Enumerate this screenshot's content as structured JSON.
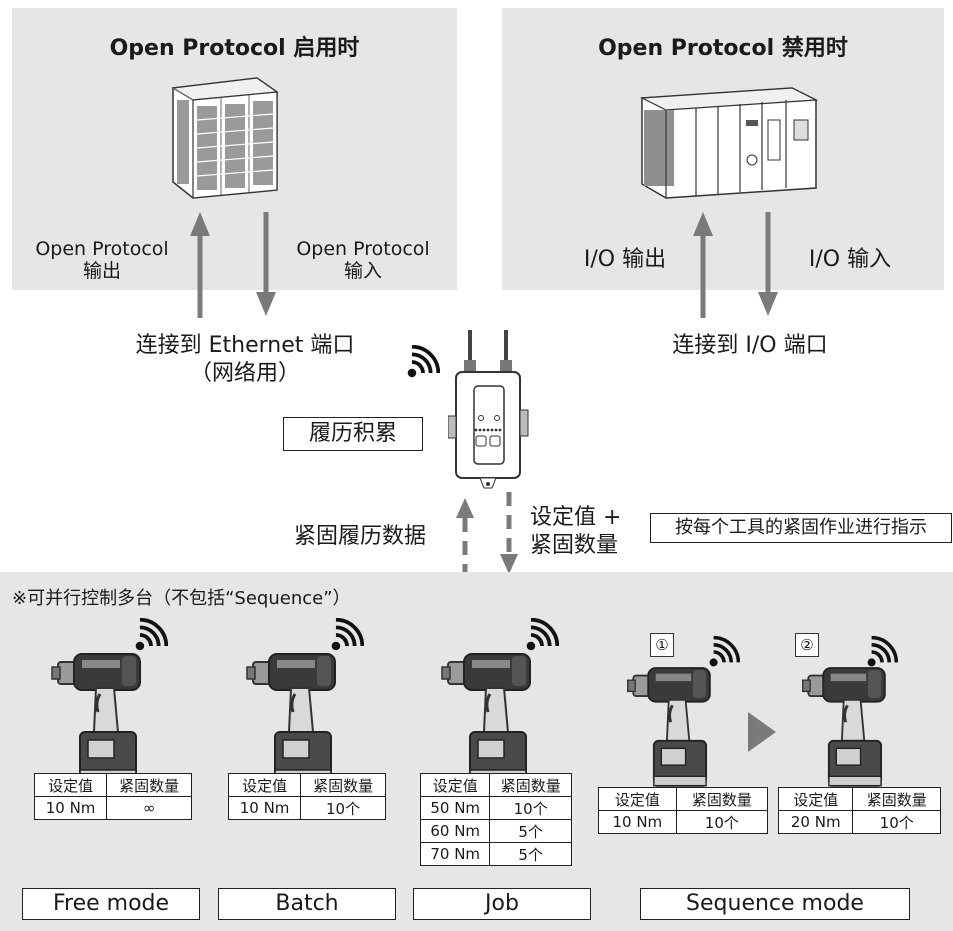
{
  "top_left": {
    "title": "Open Protocol 启用时",
    "out_label_1": "Open Protocol",
    "out_label_2": "输出",
    "in_label_1": "Open Protocol",
    "in_label_2": "输入",
    "connect_1": "连接到 Ethernet 端口",
    "connect_2": "（网络用）"
  },
  "top_right": {
    "title": "Open Protocol 禁用时",
    "out_label": "I/O 输出",
    "in_label": "I/O 输入",
    "connect": "连接到 I/O 端口"
  },
  "center": {
    "history_box": "履历积累",
    "history_data": "紧固履历数据",
    "setting_1": "设定值 +",
    "setting_2": "紧固数量",
    "instruction_box": "按每个工具的紧固作业进行指示"
  },
  "bottom": {
    "note": "※可并行控制多台（不包括“Sequence”）",
    "header_setting": "设定值",
    "header_count": "紧固数量",
    "free": {
      "value": "10 Nm",
      "count": "∞",
      "mode": "Free mode"
    },
    "batch": {
      "value": "10 Nm",
      "count": "10个",
      "mode": "Batch"
    },
    "job": {
      "rows": [
        {
          "value": "50 Nm",
          "count": "10个"
        },
        {
          "value": "60 Nm",
          "count": "5个"
        },
        {
          "value": "70 Nm",
          "count": "5个"
        }
      ],
      "mode": "Job"
    },
    "sequence": {
      "step1": "①",
      "step2": "②",
      "s1_value": "10 Nm",
      "s1_count": "10个",
      "s2_value": "20 Nm",
      "s2_count": "10个",
      "mode": "Sequence mode"
    }
  },
  "colors": {
    "panel": "#e6e6e6",
    "arrow": "#7a7a7a",
    "text": "#1a1a1a"
  }
}
